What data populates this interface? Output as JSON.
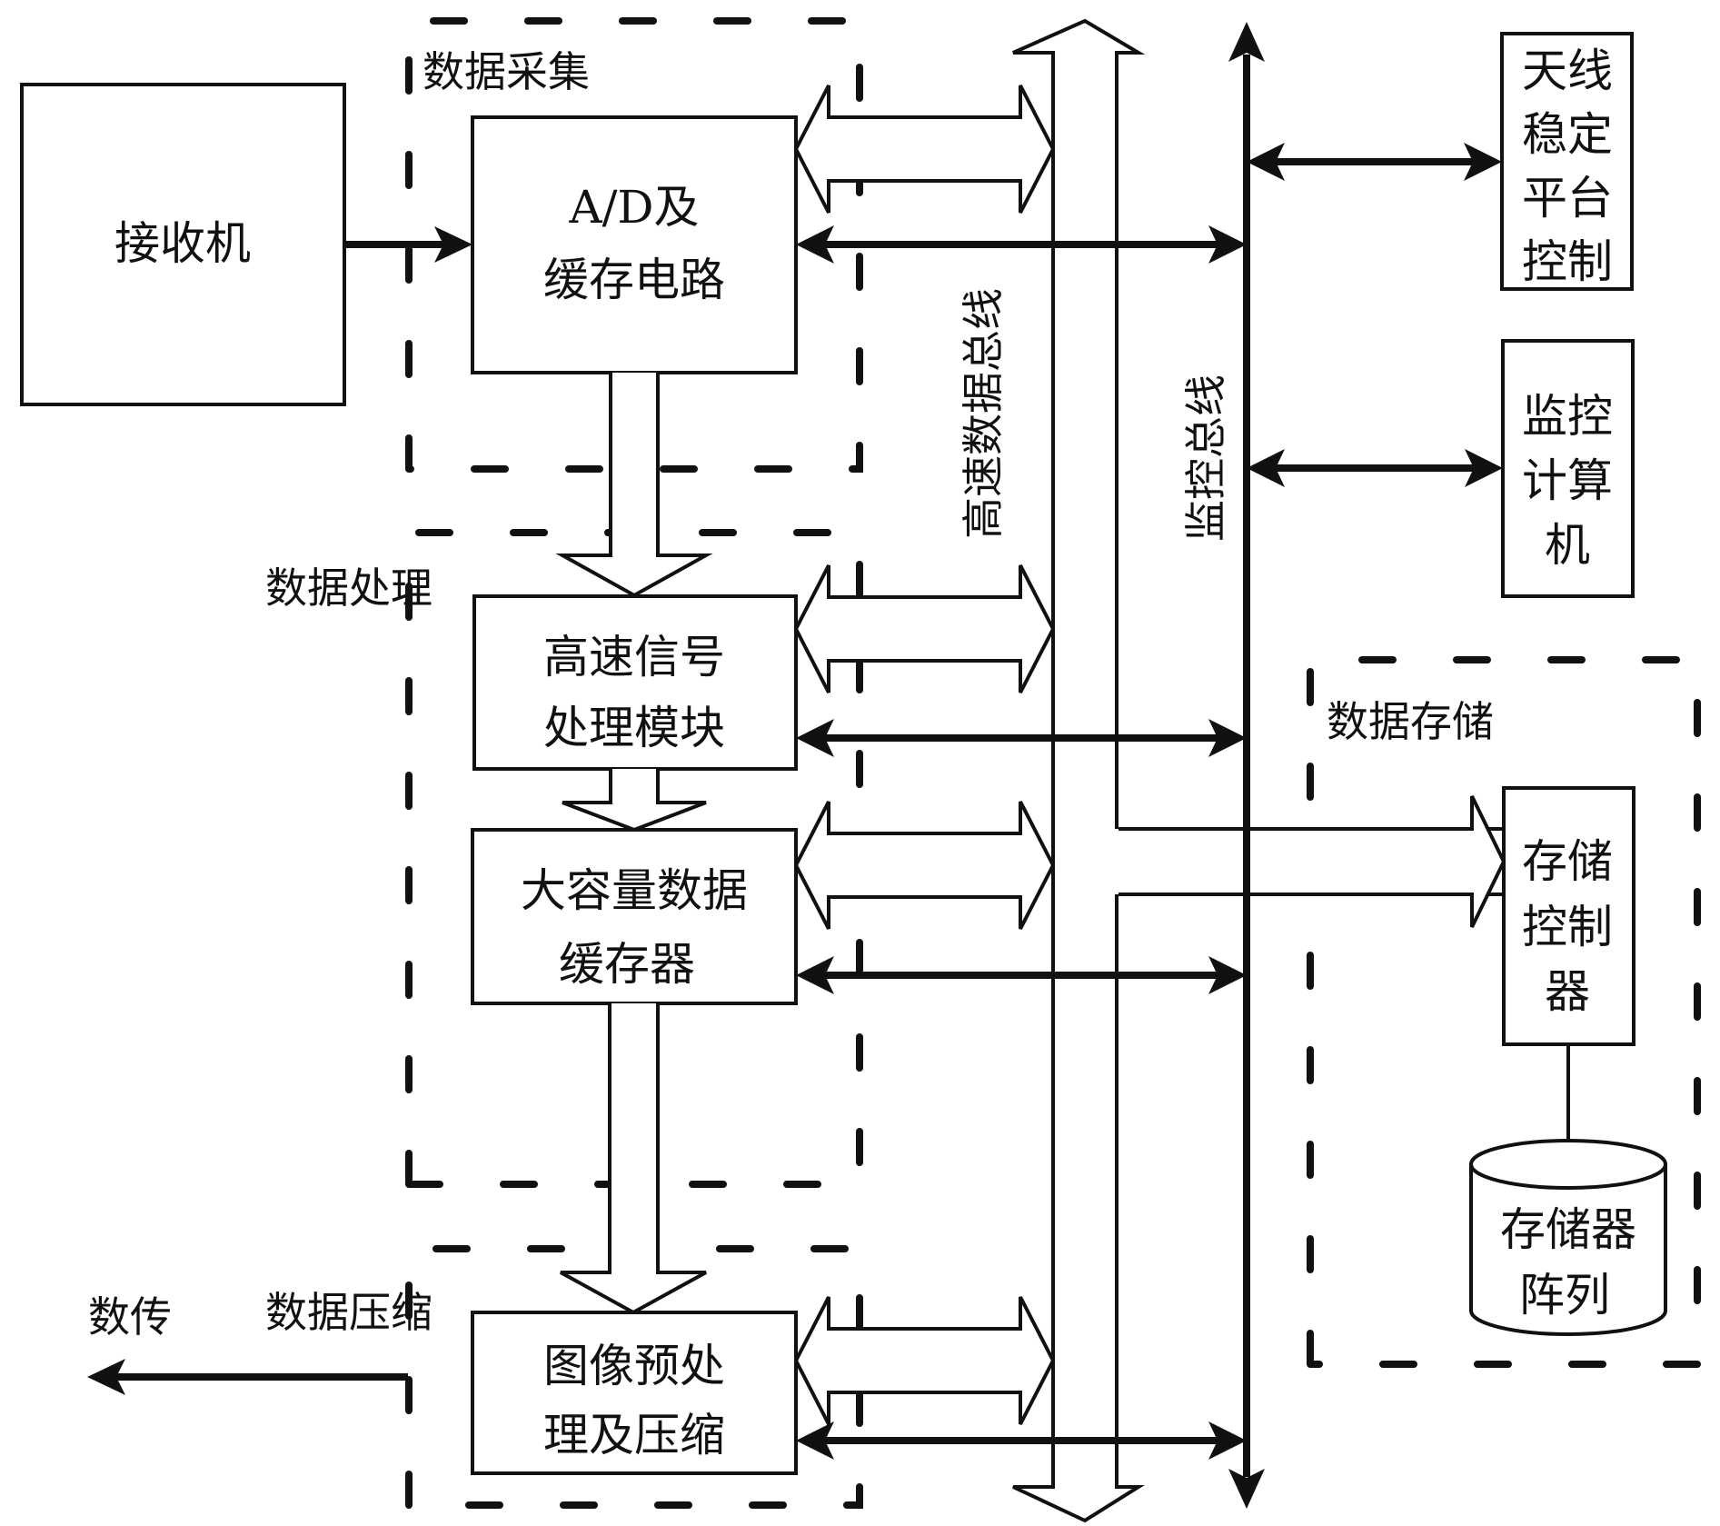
{
  "groups": {
    "acquisition": "数据采集",
    "processing": "数据处理",
    "compression": "数据压缩",
    "storage": "数据存储"
  },
  "blocks": {
    "receiver": [
      "接收机"
    ],
    "adc": [
      "A/D及",
      "缓存电路"
    ],
    "signal_processor": [
      "高速信号",
      "处理模块"
    ],
    "mass_buffer": [
      "大容量数据",
      "缓存器"
    ],
    "image_compress": [
      "图像预处",
      "理及压缩"
    ],
    "antenna_control": [
      "天线",
      "稳定",
      "平台",
      "控制"
    ],
    "monitor_computer": [
      "监控",
      "计算",
      "机"
    ],
    "storage_controller": [
      "存储",
      "控制",
      "器"
    ],
    "storage_array": [
      "存储器",
      "阵列"
    ]
  },
  "buses": {
    "high_speed_data_bus": "高速数据总线",
    "monitor_bus": "监控总线"
  },
  "outputs": {
    "data_transmission": "数传"
  },
  "colors": {
    "stroke": "#111111",
    "background": "#ffffff"
  }
}
